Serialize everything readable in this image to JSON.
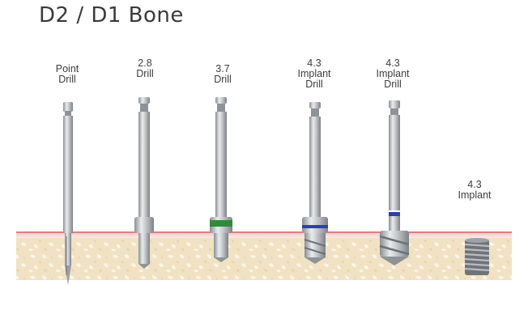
{
  "title": "D2 / D1 Bone",
  "instruments": [
    {
      "id": "point-drill",
      "label": "Point\nDrill"
    },
    {
      "id": "drill-2-8",
      "label": "2.8\nDrill"
    },
    {
      "id": "drill-3-7",
      "label": "3.7\nDrill"
    },
    {
      "id": "implant-drill-4-3-a",
      "label": "4.3\nImplant\nDrill"
    },
    {
      "id": "implant-drill-4-3-b",
      "label": "4.3\nImplant\nDrill"
    },
    {
      "id": "implant-4-3",
      "label": "4.3\nImplant"
    }
  ],
  "colors": {
    "gum": "#f2b9b9",
    "gum_line": "#e08585",
    "bone": "#f3e6cc",
    "bone_speckle": "#fbf5e8",
    "steel": "#b9bdc1",
    "steel_dark": "#7c8186",
    "band_green": "#2e8b3a",
    "band_blue": "#2f3fa6"
  }
}
